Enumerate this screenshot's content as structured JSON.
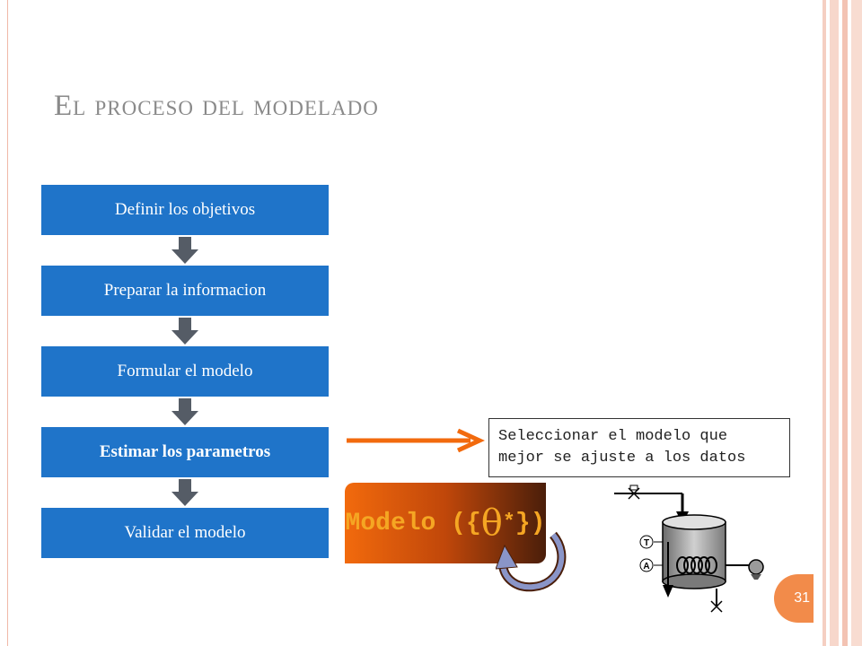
{
  "title": "El proceso del modelado",
  "steps": [
    {
      "label": "Definir los objetivos",
      "active": false
    },
    {
      "label": "Preparar la informacion",
      "active": false
    },
    {
      "label": "Formular el modelo",
      "active": false
    },
    {
      "label": "Estimar los parametros",
      "active": true
    },
    {
      "label": "Validar el modelo",
      "active": false
    }
  ],
  "callout": {
    "line1": "Seleccionar el modelo que",
    "line2": "mejor se ajuste a los datos"
  },
  "model": {
    "prefix": "Modelo ({",
    "theta": "θ",
    "star": "*",
    "suffix": "})"
  },
  "reactor": {
    "label_t": "T",
    "label_a": "A"
  },
  "page_number": "31",
  "colors": {
    "step_fill": "#1f74c9",
    "arrow_gray": "#555c66",
    "callout_arrow": "#f26a0d",
    "loop_arrow": "#8a95c8",
    "accent": "#f28b4a"
  }
}
